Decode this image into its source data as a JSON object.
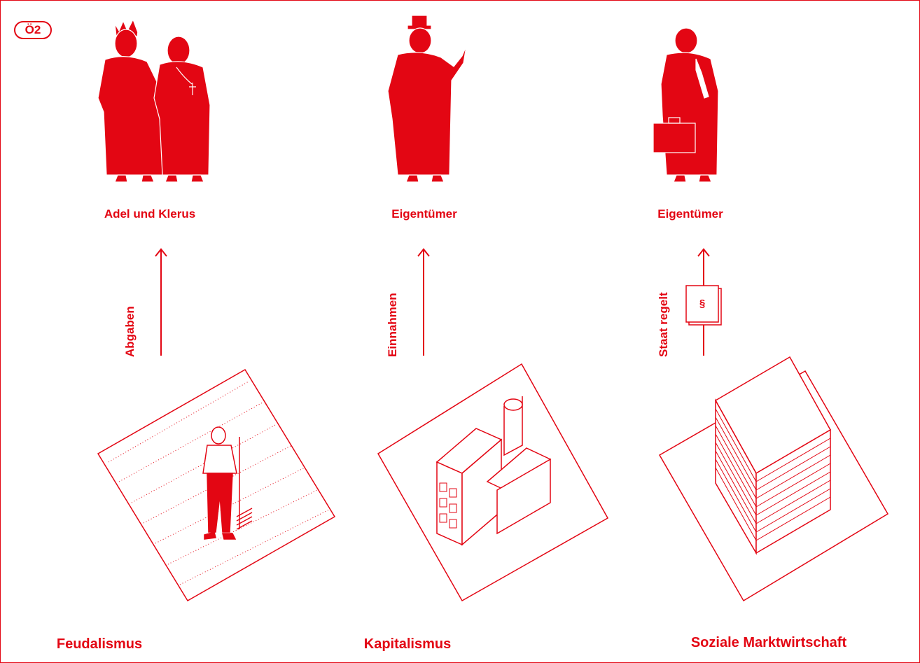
{
  "badge": "Ö2",
  "colors": {
    "accent": "#e30613",
    "background": "#ffffff"
  },
  "columns": [
    {
      "top_label": "Adel und Klerus",
      "arrow_label": "Abgaben",
      "bottom_label": "Feudalismus",
      "figures": "king-and-bishop",
      "scene": "field-with-peasant"
    },
    {
      "top_label": "Eigentümer",
      "arrow_label": "Einnahmen",
      "bottom_label": "Kapitalismus",
      "figures": "top-hat-owner",
      "scene": "factory"
    },
    {
      "top_label": "Eigentümer",
      "arrow_label": "Staat regelt",
      "bottom_label": "Soziale Marktwirtschaft",
      "figures": "businessman-with-briefcase",
      "scene": "office-tower",
      "law_symbol": "§"
    }
  ]
}
